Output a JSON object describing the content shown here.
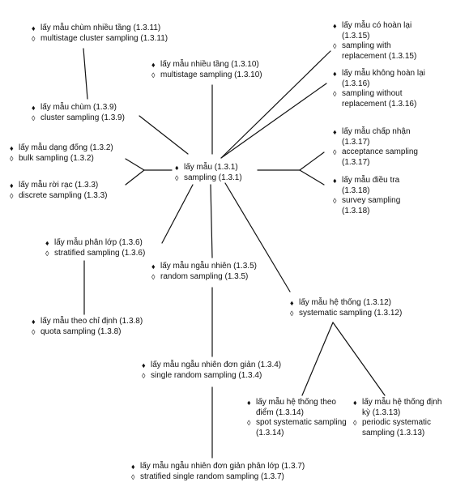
{
  "markers": {
    "vi": "♦",
    "en": "◊"
  },
  "nodes": {
    "n1311": {
      "vi": "lấy mẫu chùm nhiều tầng (1.3.11)",
      "en": "multistage cluster sampling (1.3.11)"
    },
    "n1310": {
      "vi": "lấy mẫu nhiều tầng (1.3.10)",
      "en": "multistage sampling (1.3.10)"
    },
    "n1315": {
      "vi": "lấy mẫu có hoàn lại (1.3.15)",
      "en": "sampling with replacement (1.3.15)"
    },
    "n1316": {
      "vi": "lấy mẫu không hoàn lại (1.3.16)",
      "en": "sampling without replacement (1.3.16)"
    },
    "n139": {
      "vi": "lấy mẫu chùm (1.3.9)",
      "en": "cluster sampling (1.3.9)"
    },
    "n1317": {
      "vi": "lấy mẫu chấp nhận (1.3.17)",
      "en": "acceptance sampling (1.3.17)"
    },
    "n132": {
      "vi": "lấy mẫu dạng đống (1.3.2)",
      "en": "bulk sampling (1.3.2)"
    },
    "n131": {
      "vi": "lấy mẫu (1.3.1)",
      "en": "sampling (1.3.1)"
    },
    "n1318": {
      "vi": "lấy mẫu điều tra (1.3.18)",
      "en": "survey sampling (1.3.18)"
    },
    "n133": {
      "vi": "lấy mẫu rời rạc (1.3.3)",
      "en": "discrete sampling (1.3.3)"
    },
    "n136": {
      "vi": "lấy mẫu phân lớp (1.3.6)",
      "en": "stratified sampling (1.3.6)"
    },
    "n135": {
      "vi": "lấy mẫu ngẫu nhiên (1.3.5)",
      "en": "random sampling (1.3.5)"
    },
    "n1312": {
      "vi": "lấy mẫu hệ thống (1.3.12)",
      "en": "systematic sampling (1.3.12)"
    },
    "n138": {
      "vi": "lấy mẫu theo chỉ định (1.3.8)",
      "en": "quota sampling (1.3.8)"
    },
    "n134": {
      "vi": "lấy mẫu ngẫu nhiên đơn giản (1.3.4)",
      "en": "single random sampling (1.3.4)"
    },
    "n1314": {
      "vi": "lấy mẫu hệ thống theo điểm (1.3.14)",
      "en": "spot systematic sampling (1.3.14)"
    },
    "n1313": {
      "vi": "lấy mẫu hệ thống định kỳ (1.3.13)",
      "en": "periodic systematic sampling (1.3.13)"
    },
    "n137": {
      "vi": "lấy mẫu ngẫu nhiên đơn giản phân lớp (1.3.7)",
      "en": "stratified single random sampling (1.3.7)"
    }
  }
}
